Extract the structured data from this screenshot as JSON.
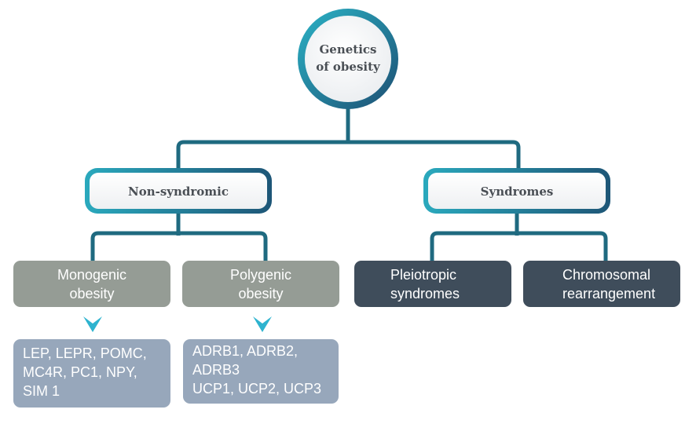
{
  "root": {
    "line1": "Genetics",
    "line2": "of obesity"
  },
  "categories": {
    "non_syndromic": "Non-syndromic",
    "syndromes": "Syndromes"
  },
  "types": {
    "monogenic": {
      "line1": "Monogenic",
      "line2": "obesity"
    },
    "polygenic": {
      "line1": "Polygenic",
      "line2": "obesity"
    },
    "pleiotropic": {
      "line1": "Pleiotropic",
      "line2": "syndromes"
    },
    "chromosomal": {
      "line1": "Chromosomal",
      "line2": "rearrangement"
    }
  },
  "genes": {
    "monogenic": [
      "LEP, LEPR, POMC,",
      "MC4R, PC1, NPY,",
      "SIM 1"
    ],
    "polygenic": [
      "ADRB1, ADRB2,",
      "ADRB3",
      "UCP1, UCP2, UCP3"
    ]
  },
  "colors": {
    "connector": "#1f6a80",
    "accent_arrow": "#2eb3cf",
    "gray_box": "#959c95",
    "dark_box": "#3f4d5b",
    "gene_box": "#97a7bb"
  }
}
